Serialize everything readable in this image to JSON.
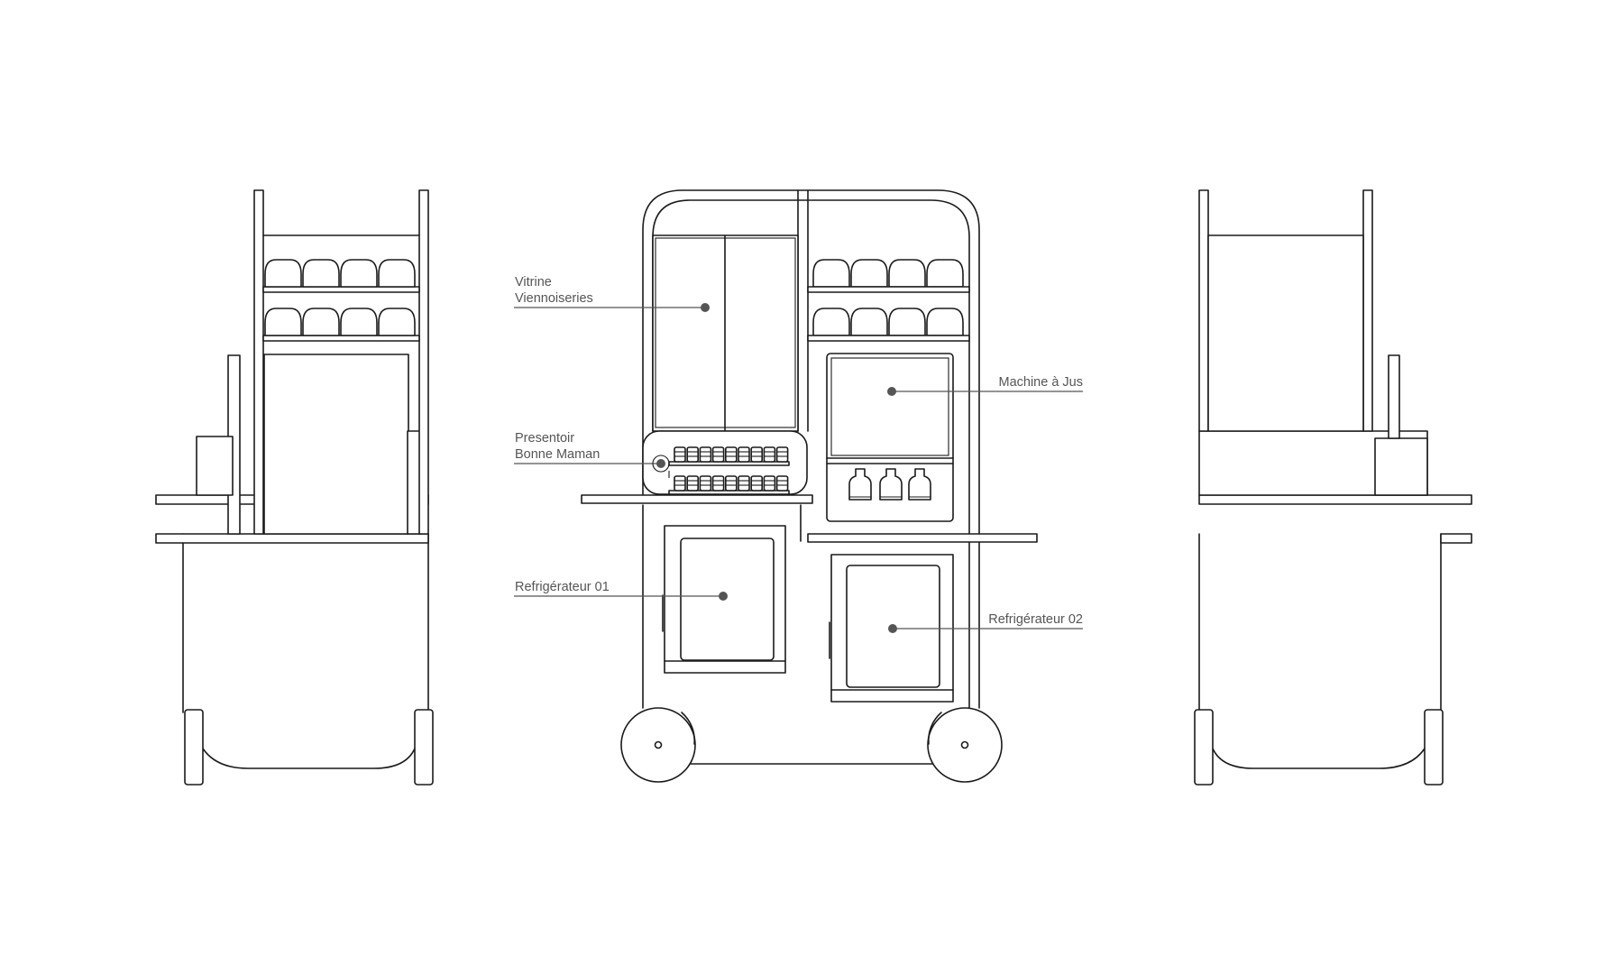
{
  "callouts": {
    "vitrine": {
      "line1": "Vitrine",
      "line2": "Viennoiseries"
    },
    "presentoir": {
      "line1": "Presentoir",
      "line2": "Bonne Maman"
    },
    "machine": {
      "line1": "Machine à Jus"
    },
    "fridge1": {
      "line1": "Refrigérateur 01"
    },
    "fridge2": {
      "line1": "Refrigérateur 02"
    }
  },
  "views": [
    "side-view-left",
    "front-view",
    "side-view-right"
  ],
  "colors": {
    "stroke": "#1a1a1a",
    "label": "#555555",
    "background": "#ffffff"
  }
}
